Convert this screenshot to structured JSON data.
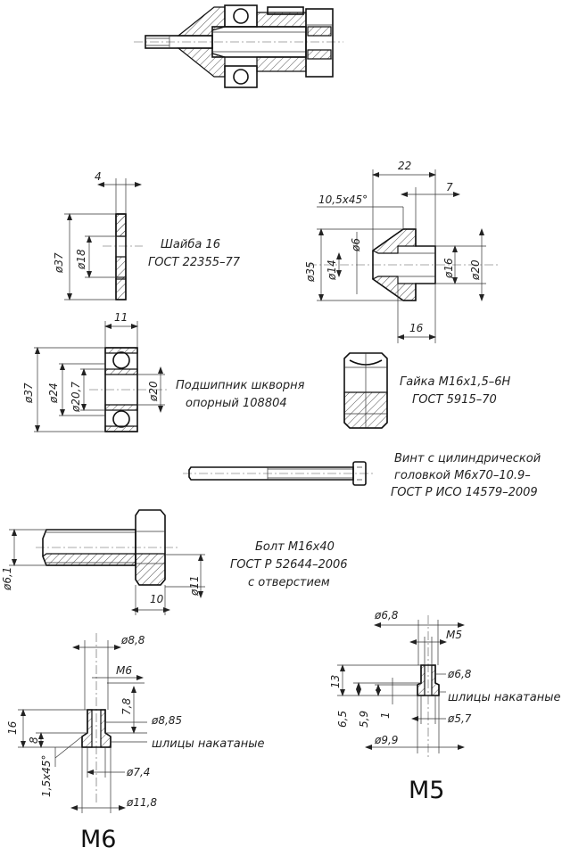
{
  "assembly": {},
  "washer": {
    "dims": {
      "thickness": "4",
      "outer_d": "ø37",
      "inner_d": "ø18"
    },
    "note": [
      "Шайба 16",
      "ГОСТ 22355–77"
    ]
  },
  "bushing": {
    "dims": {
      "length": "22",
      "hub": "7",
      "chamfer": "10,5x45°",
      "d6": "ø6",
      "d35": "ø35",
      "d14": "ø14",
      "d16": "ø16",
      "d20": "ø20",
      "bore_len": "16"
    }
  },
  "bearing": {
    "dims": {
      "width": "11",
      "d37": "ø37",
      "d24": "ø24",
      "d20_7": "ø20,7",
      "d20": "ø20"
    },
    "note": [
      "Подшипник шкворня",
      "опорный 108804"
    ]
  },
  "nut": {
    "note": [
      "Гайка М16х1,5–6Н",
      "ГОСТ 5915–70"
    ]
  },
  "screw": {
    "note": [
      "Винт с цилиндрической",
      "головкой М6х70–10.9–",
      "ГОСТ Р ИСО 14579–2009"
    ]
  },
  "bolt": {
    "dims": {
      "d6_1": "ø6,1",
      "len10": "10",
      "d11": "ø11"
    },
    "note": [
      "Болт М16х40",
      "ГОСТ Р 52644–2006",
      "с отверстием"
    ]
  },
  "insert_m6": {
    "title": "M6",
    "dims": {
      "d8_8": "ø8,8",
      "thread": "М6",
      "h7_8": "7,8",
      "d8_85": "ø8,85",
      "h16": "16",
      "h8": "8",
      "chamfer": "1,5x45°",
      "d7_4": "ø7,4",
      "d11_8": "ø11,8"
    },
    "knurl": "шлицы накатаные"
  },
  "insert_m5": {
    "title": "M5",
    "dims": {
      "d6_8_top": "ø6,8",
      "thread": "М5",
      "h13": "13",
      "d6_8": "ø6,8",
      "h6_5": "6,5",
      "h5_9": "5,9",
      "h1": "1",
      "d5_7": "ø5,7",
      "d9_9": "ø9,9"
    },
    "knurl": "шлицы накатаные"
  }
}
